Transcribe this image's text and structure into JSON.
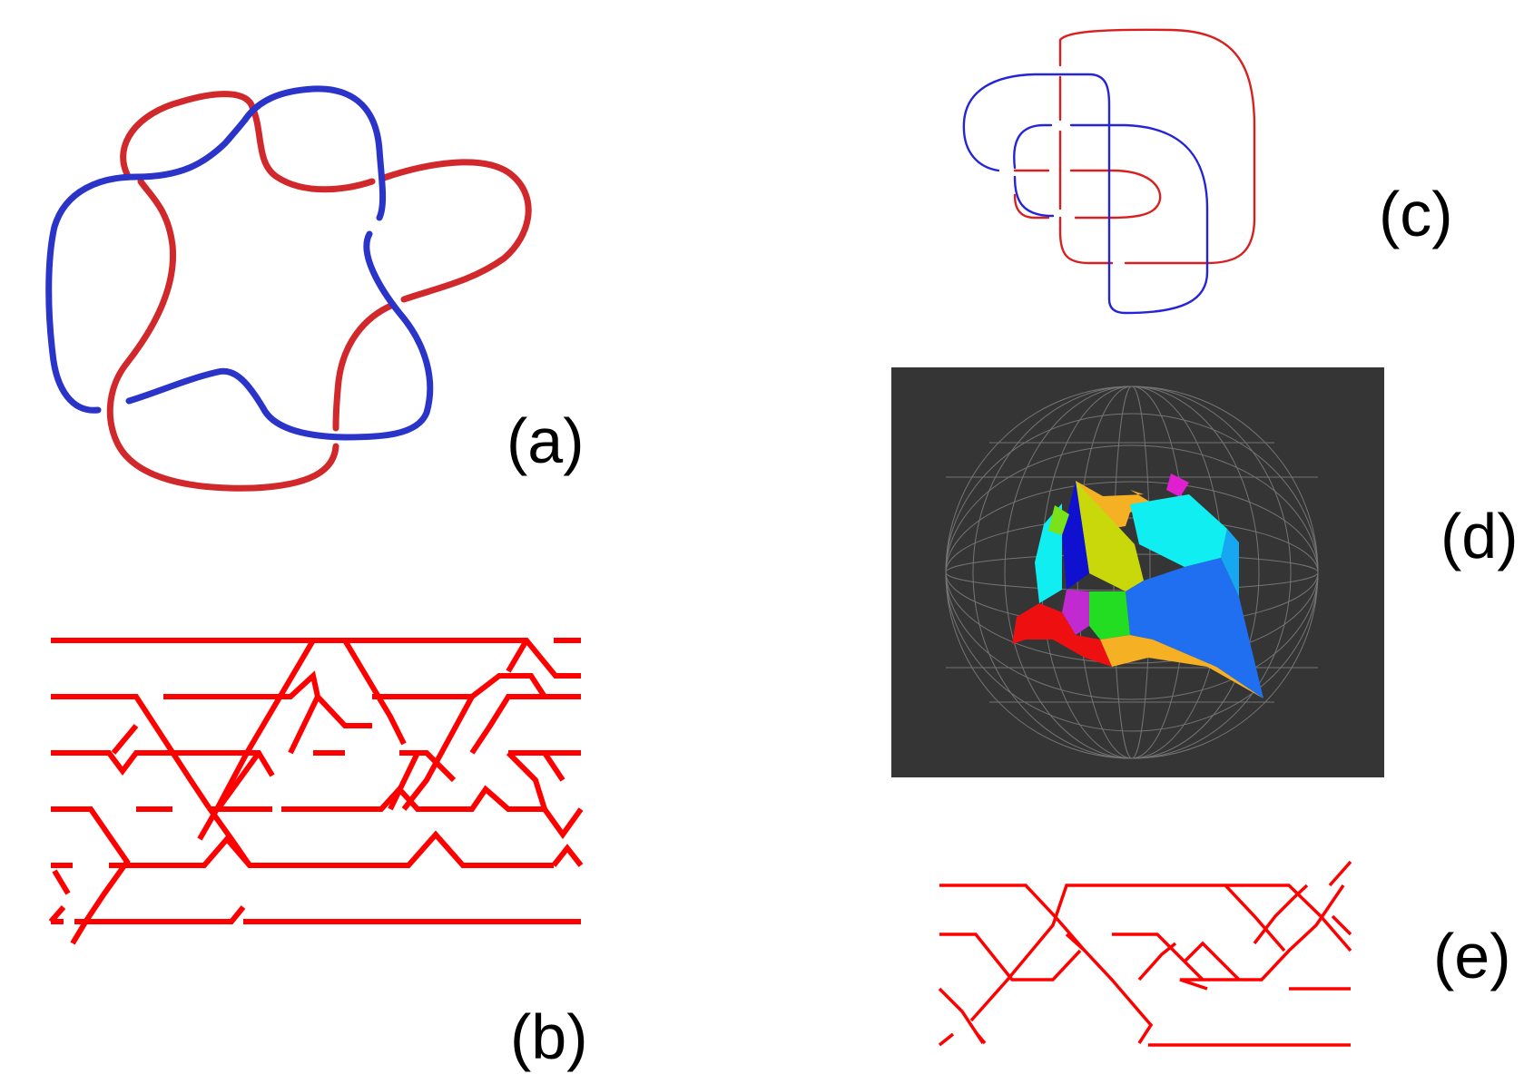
{
  "colors": {
    "knot_red": "#d1282b",
    "knot_blue": "#2a34c8",
    "braid_red": "#ff0000",
    "link_red": "#d82020",
    "link_blue": "#2424d8",
    "panel_bg": "#353535",
    "sphere_grid": "#8a8a8a"
  },
  "panels": {
    "a": {
      "label": "(a)",
      "content": "two-component link diagram (red and blue)"
    },
    "b": {
      "label": "(b)",
      "content": "braid diagram with 6 strands"
    },
    "c": {
      "label": "(c)",
      "content": "two-component link diagram (red and blue)"
    },
    "d": {
      "label": "(d)",
      "content": "colored polyhedral surface inside a wireframe sphere"
    },
    "e": {
      "label": "(e)",
      "content": "braid diagram with 4 strands"
    }
  },
  "icons": [
    "knot-diagram",
    "braid-diagram",
    "hyperbolic-sphere-render"
  ]
}
